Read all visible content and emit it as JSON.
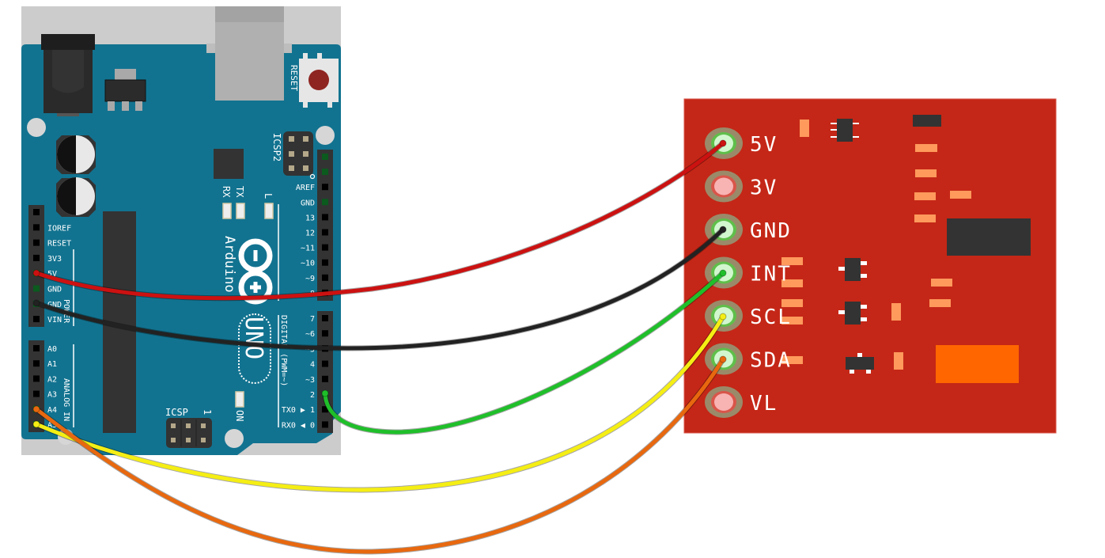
{
  "diagram": {
    "title": "Arduino Uno wiring to sensor breakout",
    "arduino": {
      "board_name": "UNO",
      "brand": "Arduino",
      "reset_label": "RESET",
      "icsp2_label": "ICSP2",
      "icsp_label": "ICSP",
      "icsp_pin1": "1",
      "on_label": "ON",
      "rx_label": "RX",
      "tx_label": "TX",
      "l_label": "L",
      "power_header_label": "POWER",
      "analog_header_label": "ANALOG IN",
      "digital_header_label": "DIGITAL (PWM=~)",
      "power_pins": [
        "",
        "IOREF",
        "RESET",
        "3V3",
        "5V",
        "GND",
        "GND",
        "VIN"
      ],
      "analog_pins": [
        "A0",
        "A1",
        "A2",
        "A3",
        "A4",
        "A5"
      ],
      "digital_top_pins": [
        "",
        "",
        "AREF",
        "GND",
        "13",
        "12",
        "~11",
        "~10",
        "~9",
        "8"
      ],
      "digital_bottom_pins": [
        "7",
        "~6",
        "~5",
        "4",
        "~3",
        "2",
        "TX0 ▶ 1",
        "RX0 ◀ 0"
      ]
    },
    "sensor": {
      "pins": [
        "5V",
        "3V",
        "GND",
        "INT",
        "SCL",
        "SDA",
        "VL"
      ],
      "connected": [
        true,
        false,
        true,
        true,
        true,
        true,
        false
      ],
      "board_color": "#c42717"
    },
    "wires": [
      {
        "name": "5v-wire",
        "from": "Arduino 5V",
        "to": "Sensor 5V",
        "color": "#cc1111"
      },
      {
        "name": "gnd-wire",
        "from": "Arduino GND",
        "to": "Sensor GND",
        "color": "#222222"
      },
      {
        "name": "int-wire",
        "from": "Arduino D2",
        "to": "Sensor INT",
        "color": "#1fbf2a"
      },
      {
        "name": "scl-wire",
        "from": "Arduino A5",
        "to": "Sensor SCL",
        "color": "#f5ee14"
      },
      {
        "name": "sda-wire",
        "from": "Arduino A4",
        "to": "Sensor SDA",
        "color": "#e8680f"
      }
    ]
  }
}
